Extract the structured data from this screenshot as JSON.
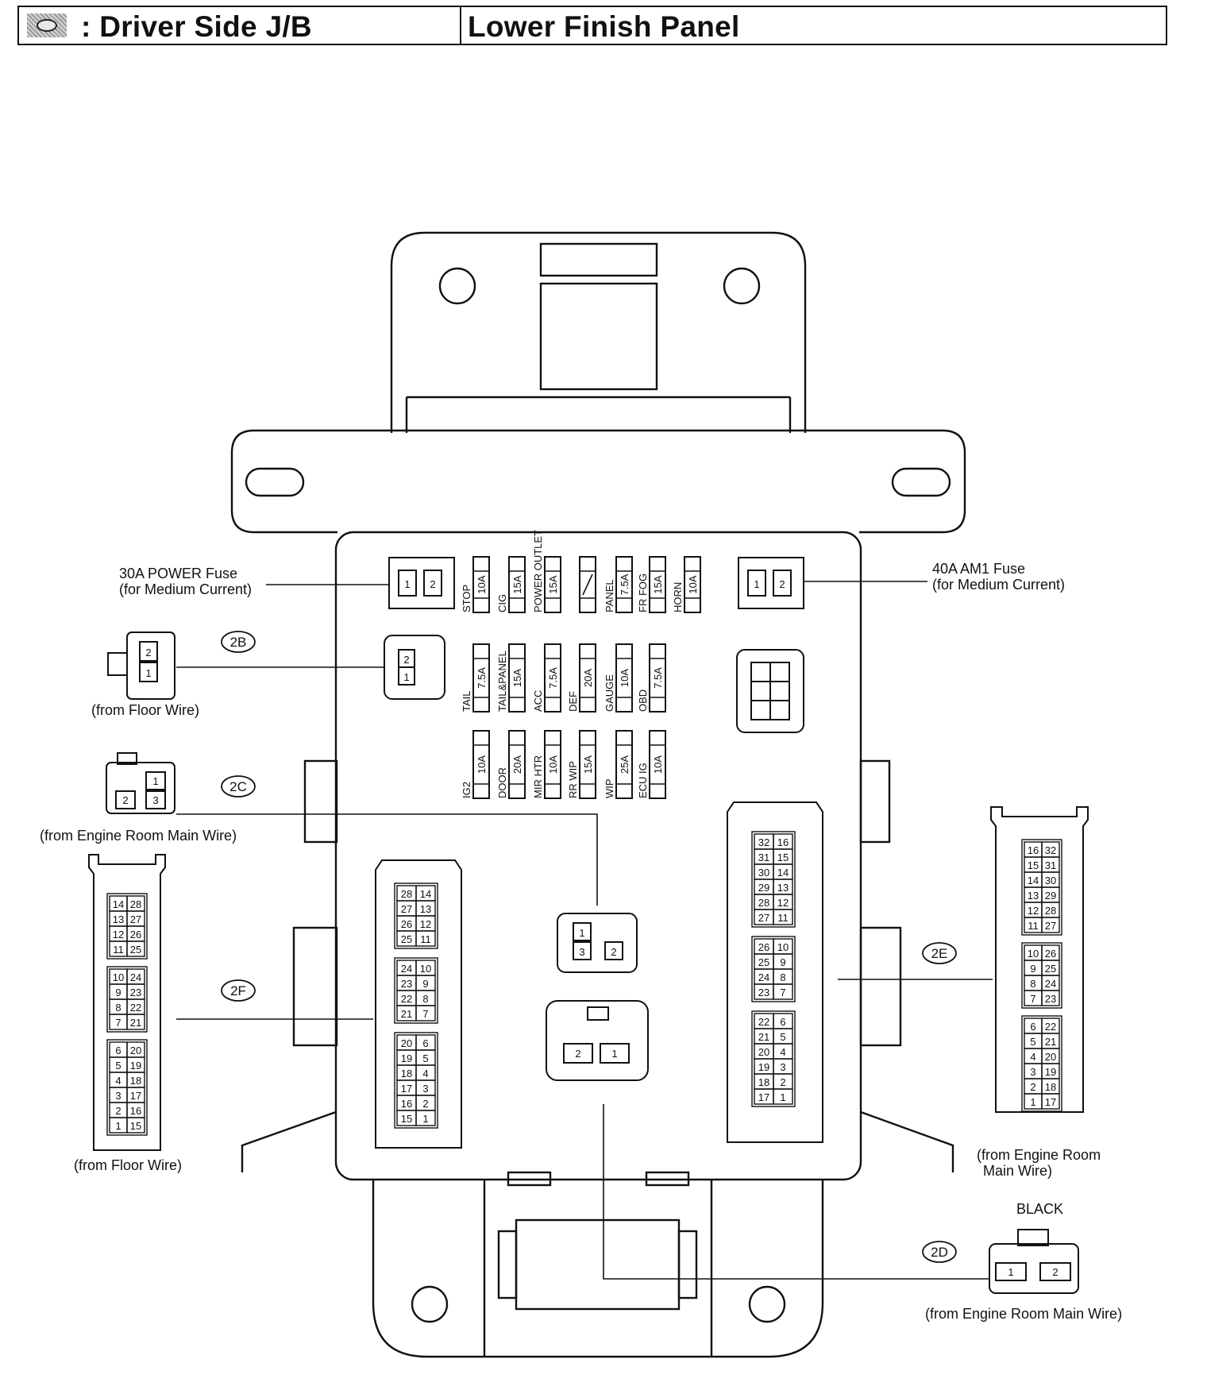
{
  "header": {
    "title": ": Driver Side J/B",
    "location": "Lower Finish Panel"
  },
  "fuses": {
    "power": {
      "line1": "30A POWER Fuse",
      "line2": "(for Medium Current)",
      "pins": [
        "1",
        "2"
      ]
    },
    "am1": {
      "line1": "40A AM1 Fuse",
      "line2": "(for Medium Current)",
      "pins": [
        "1",
        "2"
      ]
    },
    "row1": [
      {
        "name": "STOP",
        "amp": "10A"
      },
      {
        "name": "CIG",
        "amp": "15A"
      },
      {
        "name": "POWER OUTLET",
        "amp": "15A"
      },
      {
        "name": "",
        "amp": ""
      },
      {
        "name": "PANEL",
        "amp": "7.5A"
      },
      {
        "name": "FR FOG",
        "amp": "15A"
      },
      {
        "name": "HORN",
        "amp": "10A"
      }
    ],
    "row2": [
      {
        "name": "TAIL",
        "amp": "7.5A"
      },
      {
        "name": "TAIL&PANEL",
        "amp": "15A"
      },
      {
        "name": "ACC",
        "amp": "7.5A"
      },
      {
        "name": "DEF",
        "amp": "20A"
      },
      {
        "name": "GAUGE",
        "amp": "10A"
      },
      {
        "name": "OBD",
        "amp": "7.5A"
      }
    ],
    "row3": [
      {
        "name": "IG2",
        "amp": "10A"
      },
      {
        "name": "DOOR",
        "amp": "20A"
      },
      {
        "name": "MIR HTR",
        "amp": "10A"
      },
      {
        "name": "RR WIP",
        "amp": "15A"
      },
      {
        "name": "WIP",
        "amp": "25A"
      },
      {
        "name": "ECU IG",
        "amp": "10A"
      }
    ]
  },
  "connectors": {
    "c2B": {
      "code": "2B",
      "source": "(from Floor Wire)",
      "pins": [
        "2",
        "1"
      ]
    },
    "c2C": {
      "code": "2C",
      "source": "(from Engine Room Main Wire)",
      "pins": [
        "1",
        "2",
        "3"
      ]
    },
    "c2F": {
      "code": "2F",
      "source": "(from Floor Wire)",
      "groups": [
        [
          [
            "28",
            "14"
          ],
          [
            "27",
            "13"
          ],
          [
            "26",
            "12"
          ],
          [
            "25",
            "11"
          ]
        ],
        [
          [
            "24",
            "10"
          ],
          [
            "23",
            "9"
          ],
          [
            "22",
            "8"
          ],
          [
            "21",
            "7"
          ]
        ],
        [
          [
            "20",
            "6"
          ],
          [
            "19",
            "5"
          ],
          [
            "18",
            "4"
          ],
          [
            "17",
            "3"
          ],
          [
            "16",
            "2"
          ],
          [
            "15",
            "1"
          ]
        ]
      ],
      "ext_groups": [
        [
          [
            "14",
            "28"
          ],
          [
            "13",
            "27"
          ],
          [
            "12",
            "26"
          ],
          [
            "11",
            "25"
          ]
        ],
        [
          [
            "10",
            "24"
          ],
          [
            "9",
            "23"
          ],
          [
            "8",
            "22"
          ],
          [
            "7",
            "21"
          ]
        ],
        [
          [
            "6",
            "20"
          ],
          [
            "5",
            "19"
          ],
          [
            "4",
            "18"
          ],
          [
            "3",
            "17"
          ],
          [
            "2",
            "16"
          ],
          [
            "1",
            "15"
          ]
        ]
      ]
    },
    "c2E": {
      "code": "2E",
      "source_line1": "(from Engine Room",
      "source_line2": "Main Wire)",
      "groups": [
        [
          [
            "32",
            "16"
          ],
          [
            "31",
            "15"
          ],
          [
            "30",
            "14"
          ],
          [
            "29",
            "13"
          ],
          [
            "28",
            "12"
          ],
          [
            "27",
            "11"
          ]
        ],
        [
          [
            "26",
            "10"
          ],
          [
            "25",
            "9"
          ],
          [
            "24",
            "8"
          ],
          [
            "23",
            "7"
          ]
        ],
        [
          [
            "22",
            "6"
          ],
          [
            "21",
            "5"
          ],
          [
            "20",
            "4"
          ],
          [
            "19",
            "3"
          ],
          [
            "18",
            "2"
          ],
          [
            "17",
            "1"
          ]
        ]
      ],
      "ext_groups": [
        [
          [
            "16",
            "32"
          ],
          [
            "15",
            "31"
          ],
          [
            "14",
            "30"
          ],
          [
            "13",
            "29"
          ],
          [
            "12",
            "28"
          ],
          [
            "11",
            "27"
          ]
        ],
        [
          [
            "10",
            "26"
          ],
          [
            "9",
            "25"
          ],
          [
            "8",
            "24"
          ],
          [
            "7",
            "23"
          ]
        ],
        [
          [
            "6",
            "22"
          ],
          [
            "5",
            "21"
          ],
          [
            "4",
            "20"
          ],
          [
            "3",
            "19"
          ],
          [
            "2",
            "18"
          ],
          [
            "1",
            "17"
          ]
        ]
      ]
    },
    "c2D": {
      "code": "2D",
      "color": "BLACK",
      "source": "(from Engine Room Main Wire)",
      "pins": [
        "1",
        "2"
      ]
    }
  }
}
